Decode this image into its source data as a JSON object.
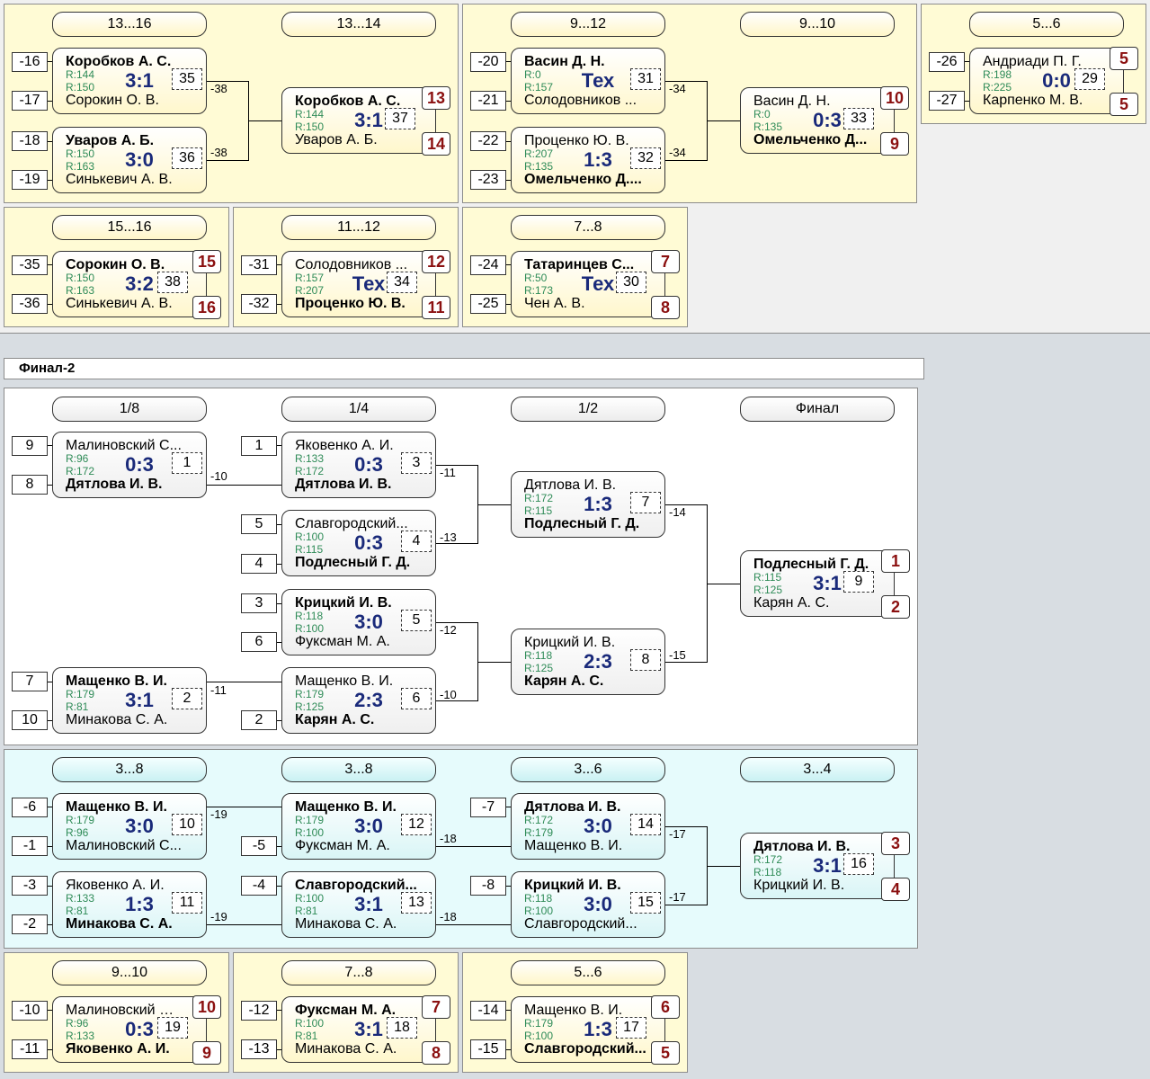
{
  "section_title": "Финал-2",
  "top": {
    "p1": {
      "hdr_a": "13...16",
      "hdr_b": "13...14",
      "seeds": [
        "-16",
        "-17",
        "-18",
        "-19"
      ],
      "m35": {
        "top": "Коробков А. С.",
        "r1": "R:144",
        "r2": "R:150",
        "score": "3:1",
        "no": "35",
        "bot": "Сорокин О. В.",
        "lbl": "-38"
      },
      "m36": {
        "top": "Уваров А. Б.",
        "r1": "R:150",
        "r2": "R:163",
        "score": "3:0",
        "no": "36",
        "bot": "Синькевич А. В.",
        "lbl": "-38"
      },
      "m37": {
        "top": "Коробков А. С.",
        "r1": "R:144",
        "r2": "R:150",
        "score": "3:1",
        "no": "37",
        "bot": "Уваров А. Б.",
        "pt": "13",
        "pb": "14"
      }
    },
    "p2": {
      "hdr_a": "9...12",
      "hdr_b": "9...10",
      "seeds": [
        "-20",
        "-21",
        "-22",
        "-23"
      ],
      "m31": {
        "top": "Васин Д. Н.",
        "r1": "R:0",
        "r2": "R:157",
        "score": "Тех",
        "no": "31",
        "bot": "Солодовников ...",
        "lbl": "-34"
      },
      "m32": {
        "top": "Проценко Ю. В.",
        "r1": "R:207",
        "r2": "R:135",
        "score": "1:3",
        "no": "32",
        "bot": "Омельченко Д....",
        "lbl": "-34"
      },
      "m33": {
        "top": "Васин Д. Н.",
        "r1": "R:0",
        "r2": "R:135",
        "score": "0:3",
        "no": "33",
        "bot": "Омельченко Д...",
        "pt": "10",
        "pb": "9"
      }
    },
    "p3": {
      "hdr": "5...6",
      "seeds": [
        "-26",
        "-27"
      ],
      "m29": {
        "top": "Андриади П. Г.",
        "r1": "R:198",
        "r2": "R:225",
        "score": "0:0",
        "no": "29",
        "bot": "Карпенко М. В.",
        "pt": "5",
        "pb": "5"
      }
    },
    "p4": {
      "hdr": "15...16",
      "seeds": [
        "-35",
        "-36"
      ],
      "m38": {
        "top": "Сорокин О. В.",
        "r1": "R:150",
        "r2": "R:163",
        "score": "3:2",
        "no": "38",
        "bot": "Синькевич А. В.",
        "pt": "15",
        "pb": "16"
      }
    },
    "p5": {
      "hdr": "11...12",
      "seeds": [
        "-31",
        "-32"
      ],
      "m34": {
        "top": "Солодовников ...",
        "r1": "R:157",
        "r2": "R:207",
        "score": "Тех",
        "no": "34",
        "bot": "Проценко Ю. В.",
        "pt": "12",
        "pb": "11"
      }
    },
    "p6": {
      "hdr": "7...8",
      "seeds": [
        "-24",
        "-25"
      ],
      "m30": {
        "top": "Татаринцев С...",
        "r1": "R:50",
        "r2": "R:173",
        "score": "Тех",
        "no": "30",
        "bot": "Чен А. В.",
        "pt": "7",
        "pb": "8"
      }
    }
  },
  "main": {
    "hdrs": [
      "1/8",
      "1/4",
      "1/2",
      "Финал"
    ],
    "seeds": [
      "9",
      "8",
      "1",
      "5",
      "4",
      "3",
      "6",
      "7",
      "10",
      "2"
    ],
    "m1": {
      "top": "Малиновский С...",
      "r1": "R:96",
      "r2": "R:172",
      "score": "0:3",
      "no": "1",
      "bot": "Дятлова И. В.",
      "lbl": "-10"
    },
    "m2": {
      "top": "Мащенко В. И.",
      "r1": "R:179",
      "r2": "R:81",
      "score": "3:1",
      "no": "2",
      "bot": "Минакова С. А.",
      "lbl": "-11"
    },
    "m3": {
      "top": "Яковенко А. И.",
      "r1": "R:133",
      "r2": "R:172",
      "score": "0:3",
      "no": "3",
      "bot": "Дятлова И. В.",
      "lbl": "-11"
    },
    "m4": {
      "top": "Славгородский...",
      "r1": "R:100",
      "r2": "R:115",
      "score": "0:3",
      "no": "4",
      "bot": "Подлесный Г. Д.",
      "lbl": "-13"
    },
    "m5": {
      "top": "Крицкий И. В.",
      "r1": "R:118",
      "r2": "R:100",
      "score": "3:0",
      "no": "5",
      "bot": "Фуксман М. А.",
      "lbl": "-12"
    },
    "m6": {
      "top": "Мащенко В. И.",
      "r1": "R:179",
      "r2": "R:125",
      "score": "2:3",
      "no": "6",
      "bot": "Карян А. С.",
      "lbl": "-10"
    },
    "m7": {
      "top": "Дятлова И. В.",
      "r1": "R:172",
      "r2": "R:115",
      "score": "1:3",
      "no": "7",
      "bot": "Подлесный Г. Д.",
      "lbl": "-14"
    },
    "m8": {
      "top": "Крицкий И. В.",
      "r1": "R:118",
      "r2": "R:125",
      "score": "2:3",
      "no": "8",
      "bot": "Карян А. С.",
      "lbl": "-15"
    },
    "m9": {
      "top": "Подлесный Г. Д.",
      "r1": "R:115",
      "r2": "R:125",
      "score": "3:1",
      "no": "9",
      "bot": "Карян А. С.",
      "pt": "1",
      "pb": "2"
    }
  },
  "cons": {
    "hdrs": [
      "3...8",
      "3...8",
      "3...6",
      "3...4"
    ],
    "seeds": [
      "-6",
      "-1",
      "-3",
      "-2",
      "-5",
      "-4",
      "-7",
      "-8"
    ],
    "m10": {
      "top": "Мащенко В. И.",
      "r1": "R:179",
      "r2": "R:96",
      "score": "3:0",
      "no": "10",
      "bot": "Малиновский С...",
      "lbl": "-19"
    },
    "m11": {
      "top": "Яковенко А. И.",
      "r1": "R:133",
      "r2": "R:81",
      "score": "1:3",
      "no": "11",
      "bot": "Минакова С. А.",
      "lbl": "-19"
    },
    "m12": {
      "top": "Мащенко В. И.",
      "r1": "R:179",
      "r2": "R:100",
      "score": "3:0",
      "no": "12",
      "bot": "Фуксман М. А.",
      "lbl": "-18"
    },
    "m13": {
      "top": "Славгородский...",
      "r1": "R:100",
      "r2": "R:81",
      "score": "3:1",
      "no": "13",
      "bot": "Минакова С. А.",
      "lbl": "-18"
    },
    "m14": {
      "top": "Дятлова И. В.",
      "r1": "R:172",
      "r2": "R:179",
      "score": "3:0",
      "no": "14",
      "bot": "Мащенко В. И.",
      "lbl": "-17"
    },
    "m15": {
      "top": "Крицкий И. В.",
      "r1": "R:118",
      "r2": "R:100",
      "score": "3:0",
      "no": "15",
      "bot": "Славгородский...",
      "lbl": "-17"
    },
    "m16": {
      "top": "Дятлова И. В.",
      "r1": "R:172",
      "r2": "R:118",
      "score": "3:1",
      "no": "16",
      "bot": "Крицкий И. В.",
      "pt": "3",
      "pb": "4"
    }
  },
  "bottom": {
    "b1": {
      "hdr": "9...10",
      "seeds": [
        "-10",
        "-11"
      ],
      "m19": {
        "top": "Малиновский С...",
        "r1": "R:96",
        "r2": "R:133",
        "score": "0:3",
        "no": "19",
        "bot": "Яковенко А. И.",
        "pt": "10",
        "pb": "9"
      }
    },
    "b2": {
      "hdr": "7...8",
      "seeds": [
        "-12",
        "-13"
      ],
      "m18": {
        "top": "Фуксман М. А.",
        "r1": "R:100",
        "r2": "R:81",
        "score": "3:1",
        "no": "18",
        "bot": "Минакова С. А.",
        "pt": "7",
        "pb": "8"
      }
    },
    "b3": {
      "hdr": "5...6",
      "seeds": [
        "-14",
        "-15"
      ],
      "m17": {
        "top": "Мащенко В. И.",
        "r1": "R:179",
        "r2": "R:100",
        "score": "1:3",
        "no": "17",
        "bot": "Славгородский...",
        "pt": "6",
        "pb": "5"
      }
    }
  }
}
